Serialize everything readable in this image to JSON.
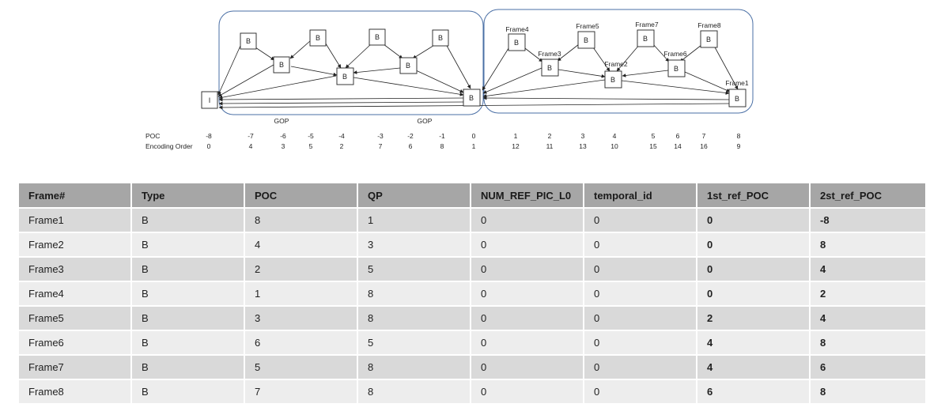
{
  "diagram": {
    "frame_types": {
      "I": "I",
      "B": "B"
    },
    "frame_labels": [
      "Frame1",
      "Frame2",
      "Frame3",
      "Frame4",
      "Frame5",
      "Frame6",
      "Frame7",
      "Frame8"
    ],
    "gop_label": "GOP",
    "poc_row_label": "POC",
    "encoding_row_label": "Encoding Order",
    "poc_values": [
      "-8",
      "-7",
      "-6",
      "-5",
      "-4",
      "-3",
      "-2",
      "-1",
      "0",
      "1",
      "2",
      "3",
      "4",
      "5",
      "6",
      "7",
      "8"
    ],
    "encoding_order": [
      "0",
      "4",
      "3",
      "5",
      "2",
      "7",
      "6",
      "8",
      "1",
      "12",
      "11",
      "13",
      "10",
      "15",
      "14",
      "16",
      "9"
    ],
    "group_border_color": "#4a6fa5",
    "arrow_color": "#222222"
  },
  "table": {
    "headers": [
      "Frame#",
      "Type",
      "POC",
      "QP",
      "NUM_REF_PIC_L0",
      "temporal_id",
      "1st_ref_POC",
      "2st_ref_POC"
    ],
    "rows": [
      [
        "Frame1",
        "B",
        "8",
        "1",
        "0",
        "0",
        "0",
        "-8"
      ],
      [
        "Frame2",
        "B",
        "4",
        "3",
        "0",
        "0",
        "0",
        "8"
      ],
      [
        "Frame3",
        "B",
        "2",
        "5",
        "0",
        "0",
        "0",
        "4"
      ],
      [
        "Frame4",
        "B",
        "1",
        "8",
        "0",
        "0",
        "0",
        "2"
      ],
      [
        "Frame5",
        "B",
        "3",
        "8",
        "0",
        "0",
        "2",
        "4"
      ],
      [
        "Frame6",
        "B",
        "6",
        "5",
        "0",
        "0",
        "4",
        "8"
      ],
      [
        "Frame7",
        "B",
        "5",
        "8",
        "0",
        "0",
        "4",
        "6"
      ],
      [
        "Frame8",
        "B",
        "7",
        "8",
        "0",
        "0",
        "6",
        "8"
      ]
    ],
    "header_bg": "#a6a6a6",
    "row_bg_odd": "#d9d9d9",
    "row_bg_even": "#ededed"
  }
}
